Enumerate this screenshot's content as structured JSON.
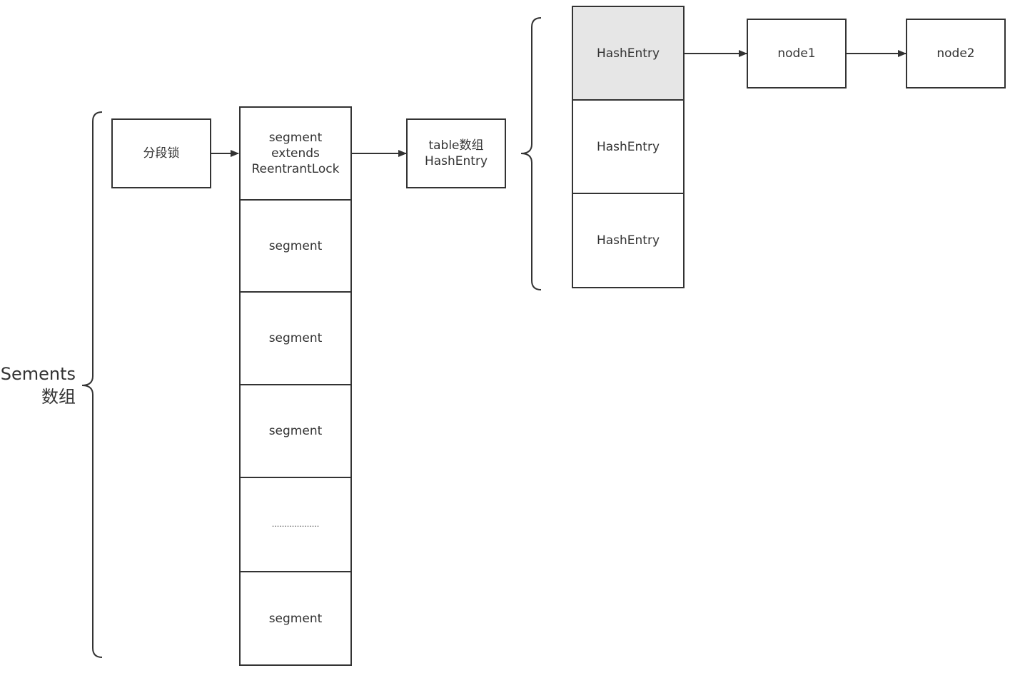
{
  "segments_label": "Sements\n数组",
  "lock_box": "分段锁",
  "segments": [
    "segment\nextends\nReentrantLock",
    "segment",
    "segment",
    "segment",
    "...................",
    "segment"
  ],
  "table_box": "table数组\nHashEntry",
  "hash_entries": [
    "HashEntry",
    "HashEntry",
    "HashEntry"
  ],
  "nodes": [
    "node1",
    "node2"
  ],
  "colors": {
    "stroke": "#333333",
    "highlight_fill": "#e6e6e6",
    "background": "#ffffff"
  }
}
